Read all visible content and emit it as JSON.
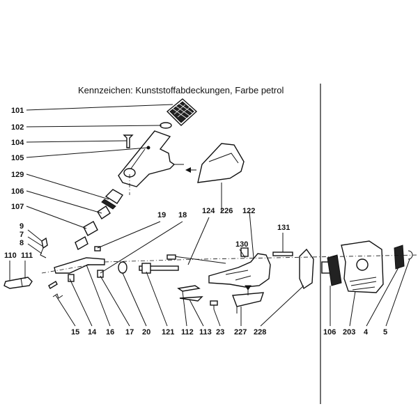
{
  "caption": "Kennzeichen: Kunststoffabdeckungen, Farbe petrol",
  "labels": {
    "p101": "101",
    "p102": "102",
    "p104": "104",
    "p105": "105",
    "p129": "129",
    "p106a": "106",
    "p107": "107",
    "p9": "9",
    "p7": "7",
    "p8": "8",
    "p110": "110",
    "p111": "111",
    "p19": "19",
    "p18": "18",
    "p124": "124",
    "p226": "226",
    "p122": "122",
    "p131": "131",
    "p130": "130",
    "p15": "15",
    "p14": "14",
    "p16": "16",
    "p17": "17",
    "p20": "20",
    "p121": "121",
    "p112": "112",
    "p113": "113",
    "p23": "23",
    "p227": "227",
    "p228": "228",
    "p106b": "106",
    "p203": "203",
    "p4": "4",
    "p5": "5"
  }
}
